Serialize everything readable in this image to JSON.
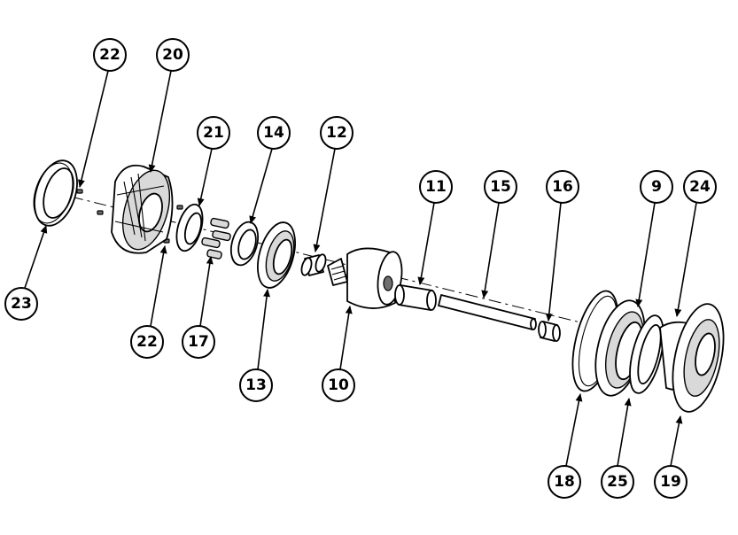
{
  "diagram": {
    "callouts": [
      "22",
      "20",
      "21",
      "14",
      "12",
      "11",
      "15",
      "16",
      "9",
      "24",
      "23",
      "22",
      "17",
      "13",
      "10",
      "18",
      "25",
      "19"
    ]
  }
}
